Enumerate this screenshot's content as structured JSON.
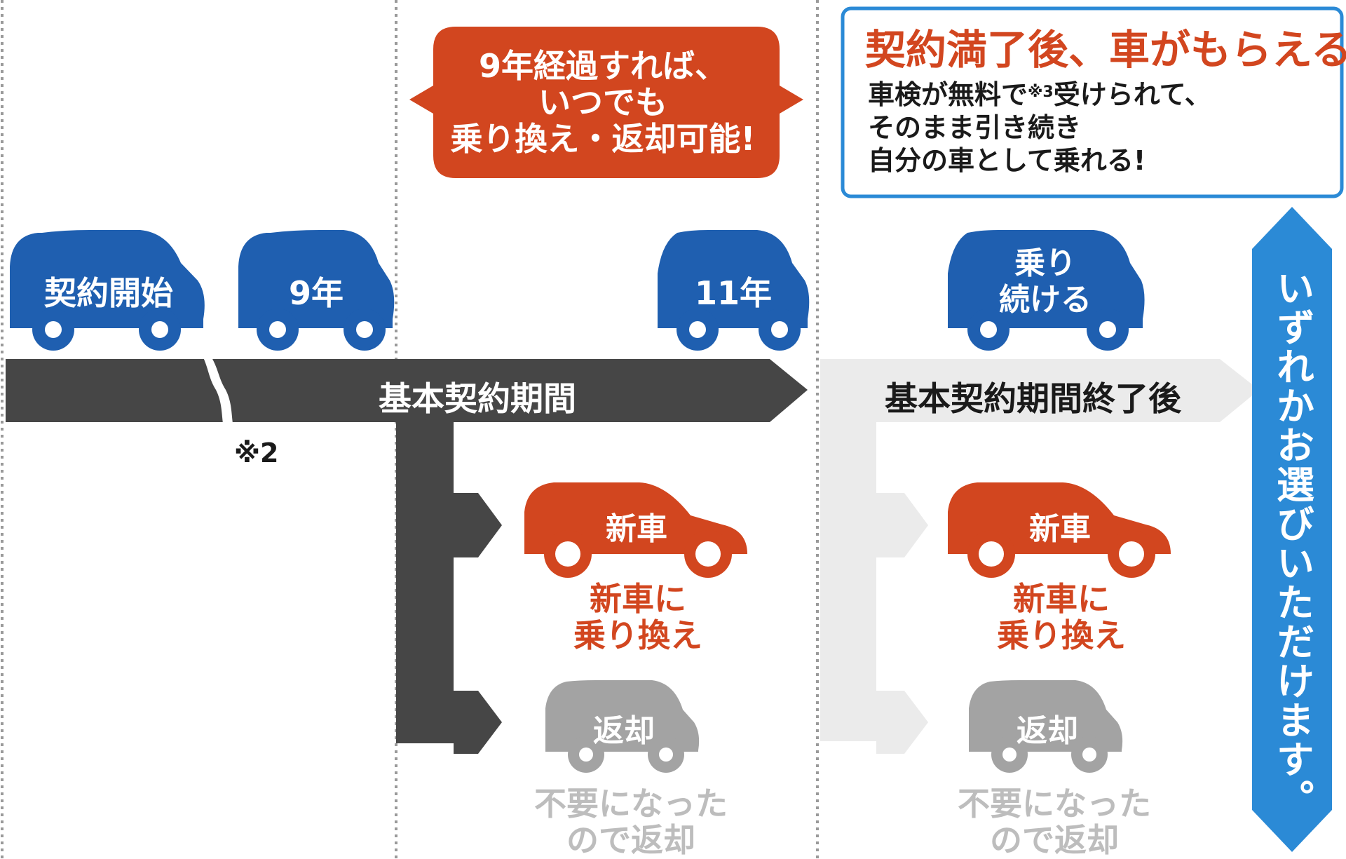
{
  "timeline": {
    "main_period_label": "基本契約期間",
    "after_period_label": "基本契約期間終了後",
    "gap_note": "※2"
  },
  "milestones": [
    {
      "label": "契約開始"
    },
    {
      "label": "9年"
    },
    {
      "label": "11年"
    },
    {
      "label_line1": "乗り",
      "label_line2": "続ける"
    }
  ],
  "callout_left": {
    "line1": "9年経過すれば、",
    "line2": "いつでも",
    "line3": "乗り換え・返却可能!"
  },
  "callout_right": {
    "title": "契約満了後、車がもらえる!",
    "line1_pre": "車検が無料で",
    "line1_sup": "※3",
    "line1_post": "受けられて、",
    "line2": "そのまま引き続き",
    "line3": "自分の車として乗れる!"
  },
  "options_left": {
    "new_car_badge": "新車",
    "new_car_line1": "新車に",
    "new_car_line2": "乗り換え",
    "return_badge": "返却",
    "return_line1": "不要になった",
    "return_line2": "ので返却"
  },
  "options_right": {
    "new_car_badge": "新車",
    "new_car_line1": "新車に",
    "new_car_line2": "乗り換え",
    "return_badge": "返却",
    "return_line1": "不要になった",
    "return_line2": "ので返却"
  },
  "side_label": "いずれかお選びいただけます。",
  "colors": {
    "blue_car": "#1f5fb0",
    "dark_bar": "#464646",
    "light_bar": "#ebebeb",
    "red": "#d2461f",
    "gray_car": "#a3a3a3",
    "gray_text": "#bdbdbd",
    "side_arrow": "#2b8ad6",
    "callout_border": "#2b8ad6"
  }
}
